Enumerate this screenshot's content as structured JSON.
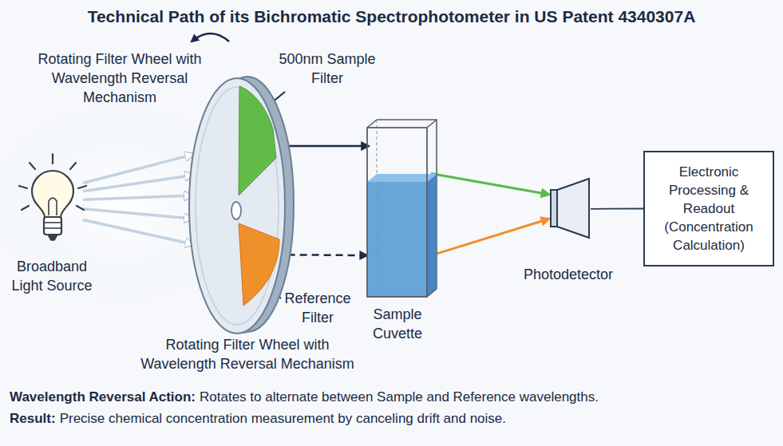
{
  "diagram": {
    "title": "Technical Path of its Bichromatic Spectrophotometer in US Patent 4340307A",
    "nodes": [
      {
        "text": [
          "Broadband Light Source"
        ]
      },
      {
        "text": [
          "Rotating Filter Wheel with Wavelength Reversal Mechanism",
          "Rotating Filter Wheel with Wavelength Reversal Mechanism"
        ]
      },
      {
        "text": [
          "Sample Cuvette"
        ]
      },
      {
        "text": [
          "Photodetector"
        ]
      },
      {
        "text": [
          "Electronic Processing & Readout (Concentration Calculation)"
        ]
      }
    ],
    "edges": [
      {
        "from": 0,
        "to": 1,
        "arrow": "to"
      },
      {
        "from": 0,
        "to": 1,
        "arrow": "to"
      },
      {
        "from": 0,
        "to": 1,
        "arrow": "to"
      },
      {
        "from": 0,
        "to": 1,
        "arrow": "to"
      },
      {
        "from": 0,
        "to": 1,
        "arrow": "to"
      },
      {
        "from": 1,
        "to": 2,
        "arrow": "to"
      },
      {
        "from": 1,
        "to": 2,
        "arrow": "to"
      },
      {
        "from": 2,
        "to": 3,
        "arrow": "to"
      },
      {
        "from": 2,
        "to": 3,
        "arrow": "to"
      },
      {
        "from": 3,
        "to": 4,
        "arrow": "none"
      }
    ],
    "labels": [
      "500nm Sample Filter",
      "Reference Filter",
      "Wavelength Reversal Action:",
      "Rotates to alternate between Sample and Reference wavelengths.",
      "Result:",
      "Precise chemical concentration measurement by canceling drift and noise."
    ]
  }
}
